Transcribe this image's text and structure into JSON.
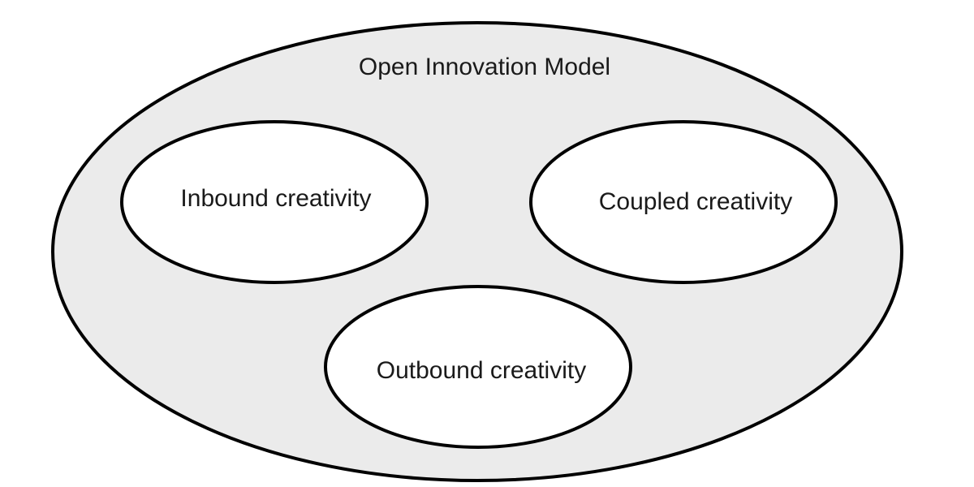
{
  "diagram": {
    "outer": {
      "label": "Open Innovation Model",
      "fill": "#ebebeb",
      "stroke": "#000000"
    },
    "nodes": [
      {
        "id": "inbound",
        "label": "Inbound creativity",
        "fill": "#ffffff",
        "stroke": "#000000"
      },
      {
        "id": "coupled",
        "label": "Coupled creativity",
        "fill": "#ffffff",
        "stroke": "#000000"
      },
      {
        "id": "outbound",
        "label": "Outbound creativity",
        "fill": "#ffffff",
        "stroke": "#000000"
      }
    ]
  }
}
